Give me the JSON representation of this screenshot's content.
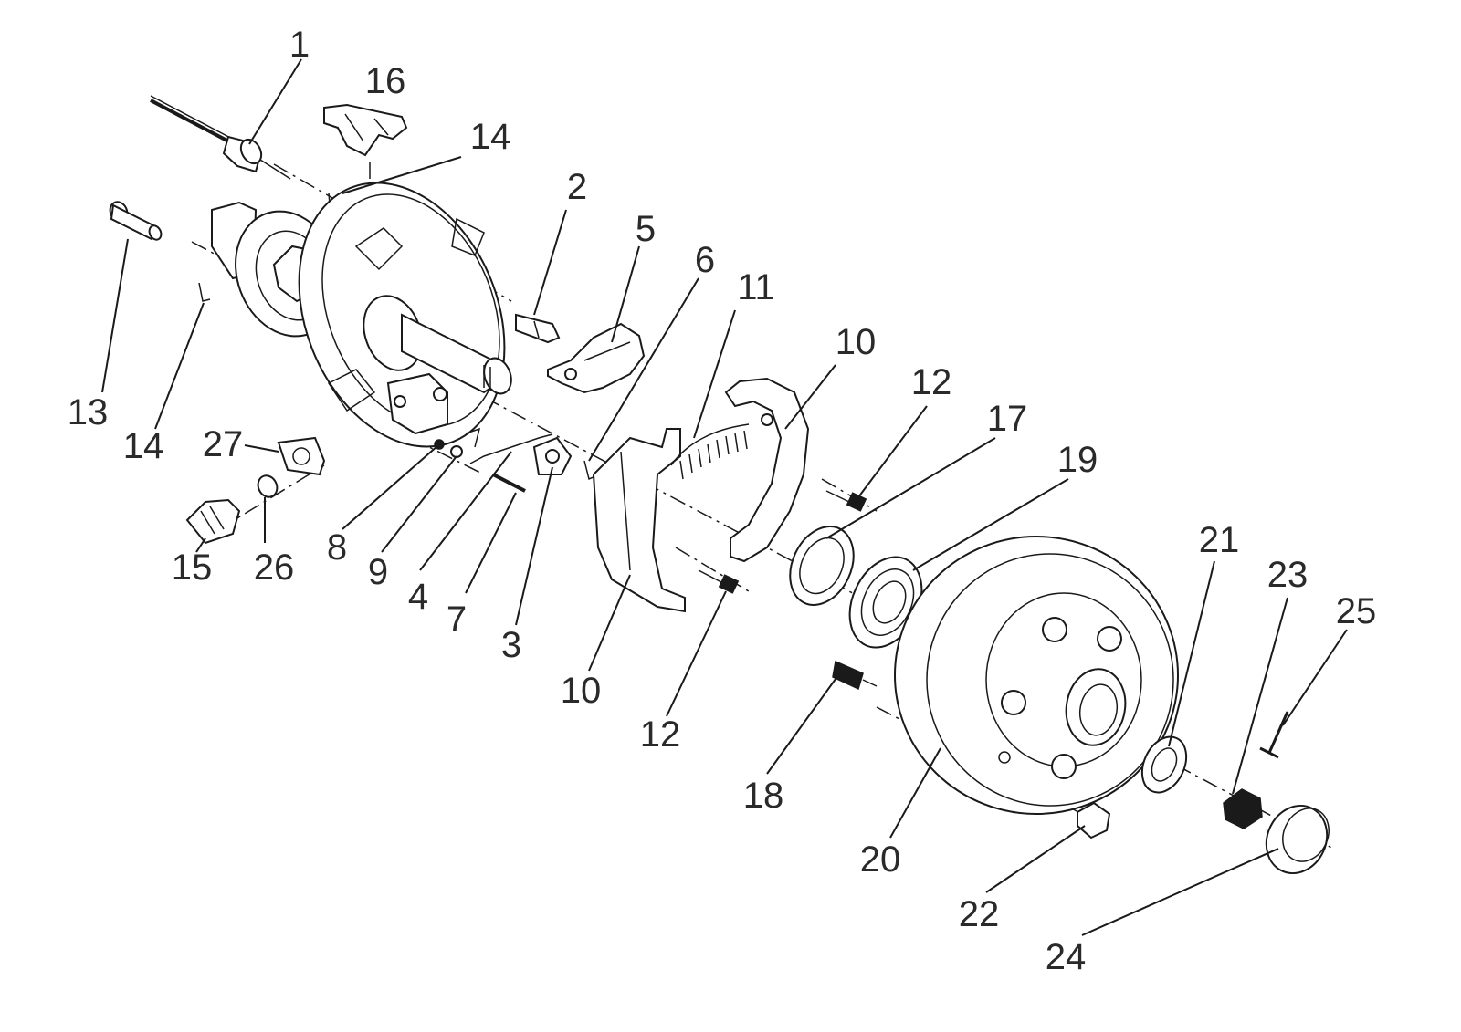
{
  "callouts": [
    "1",
    "16",
    "14",
    "2",
    "5",
    "6",
    "11",
    "10",
    "12",
    "17",
    "19",
    "13",
    "14",
    "27",
    "15",
    "26",
    "8",
    "9",
    "4",
    "7",
    "3",
    "10",
    "12",
    "21",
    "23",
    "25",
    "18",
    "20",
    "22",
    "24"
  ]
}
